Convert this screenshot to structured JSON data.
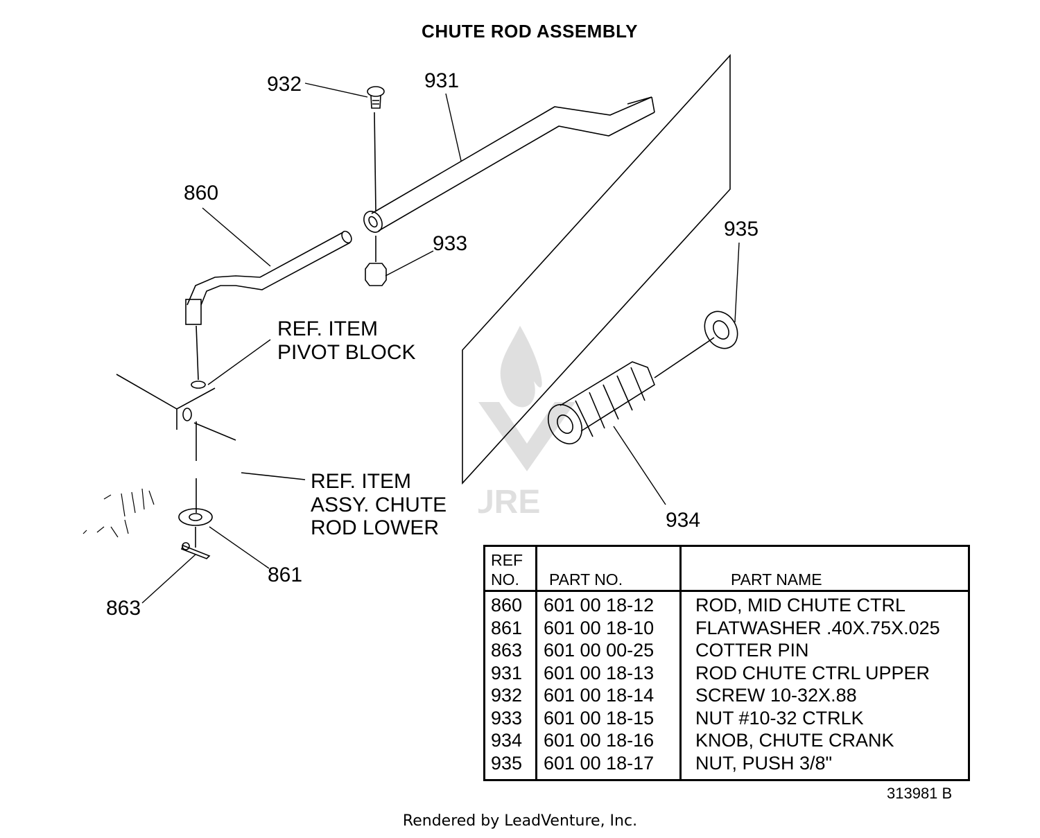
{
  "title": "CHUTE ROD ASSEMBLY",
  "callouts": {
    "c932": "932",
    "c931": "931",
    "c860": "860",
    "c933": "933",
    "c935": "935",
    "c934": "934",
    "c861": "861",
    "c863": "863"
  },
  "ref_notes": {
    "pivot_line1": "REF. ITEM",
    "pivot_line2": "PIVOT BLOCK",
    "chute_line1": "REF. ITEM",
    "chute_line2": "ASSY. CHUTE",
    "chute_line3": "ROD LOWER"
  },
  "parts_table": {
    "headers": {
      "ref_line1": "REF",
      "ref_line2": "NO.",
      "part_no": "PART NO.",
      "part_name": "PART NAME"
    },
    "rows": [
      {
        "ref": "860",
        "part_no": "601 00 18-12",
        "name": "ROD, MID CHUTE CTRL"
      },
      {
        "ref": "861",
        "part_no": "601 00 18-10",
        "name": "FLATWASHER .40X.75X.025"
      },
      {
        "ref": "863",
        "part_no": "601 00 00-25",
        "name": "COTTER PIN"
      },
      {
        "ref": "931",
        "part_no": "601 00 18-13",
        "name": "ROD CHUTE CTRL UPPER"
      },
      {
        "ref": "932",
        "part_no": "601 00 18-14",
        "name": "SCREW 10-32X.88"
      },
      {
        "ref": "933",
        "part_no": "601 00 18-15",
        "name": "NUT #10-32 CTRLK"
      },
      {
        "ref": "934",
        "part_no": "601 00 18-16",
        "name": "KNOB, CHUTE CRANK"
      },
      {
        "ref": "935",
        "part_no": "601 00 18-17",
        "name": "NUT, PUSH 3/8\""
      }
    ]
  },
  "document_number": "313981 B",
  "footer": "Rendered by LeadVenture, Inc.",
  "watermark_text": "VENTURE"
}
